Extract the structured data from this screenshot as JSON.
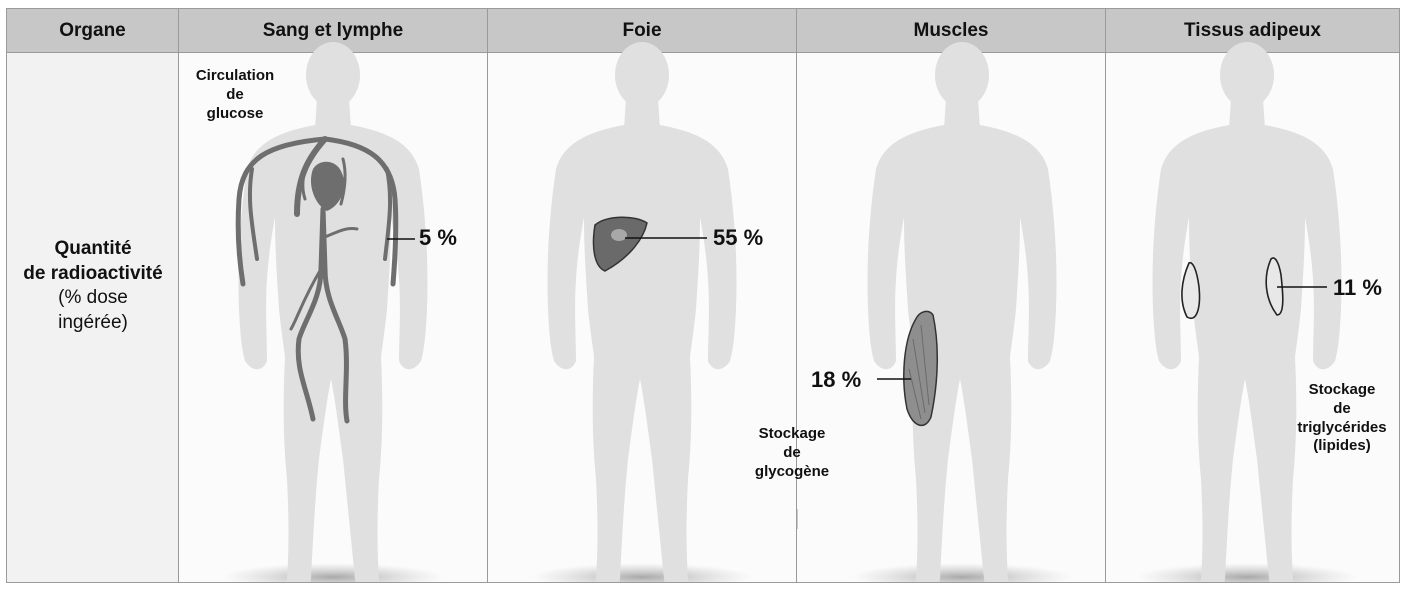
{
  "headers": {
    "organe": "Organe",
    "sang": "Sang et lymphe",
    "foie": "Foie",
    "muscles": "Muscles",
    "tissus": "Tissus adipeux"
  },
  "row_label": {
    "line1": "Quantité",
    "line2": "de radioactivité",
    "line3": "(% dose",
    "line4": "ingérée)"
  },
  "sang": {
    "note_line1": "Circulation",
    "note_line2": "de",
    "note_line3": "glucose",
    "percent": "5 %"
  },
  "foie": {
    "percent": "55 %"
  },
  "muscles": {
    "percent": "18 %",
    "note_line1": "Stockage",
    "note_line2": "de",
    "note_line3": "glycogène"
  },
  "tissus": {
    "percent": "11 %",
    "note_line1": "Stockage",
    "note_line2": "de",
    "note_line3": "triglycérides",
    "note_line4": "(lipides)"
  },
  "colors": {
    "header_bg": "#c7c7c7",
    "body_silhouette": "#e1e1e1",
    "organ_dark": "#6a6a6a",
    "muscle_fill": "#8e8e8e"
  }
}
